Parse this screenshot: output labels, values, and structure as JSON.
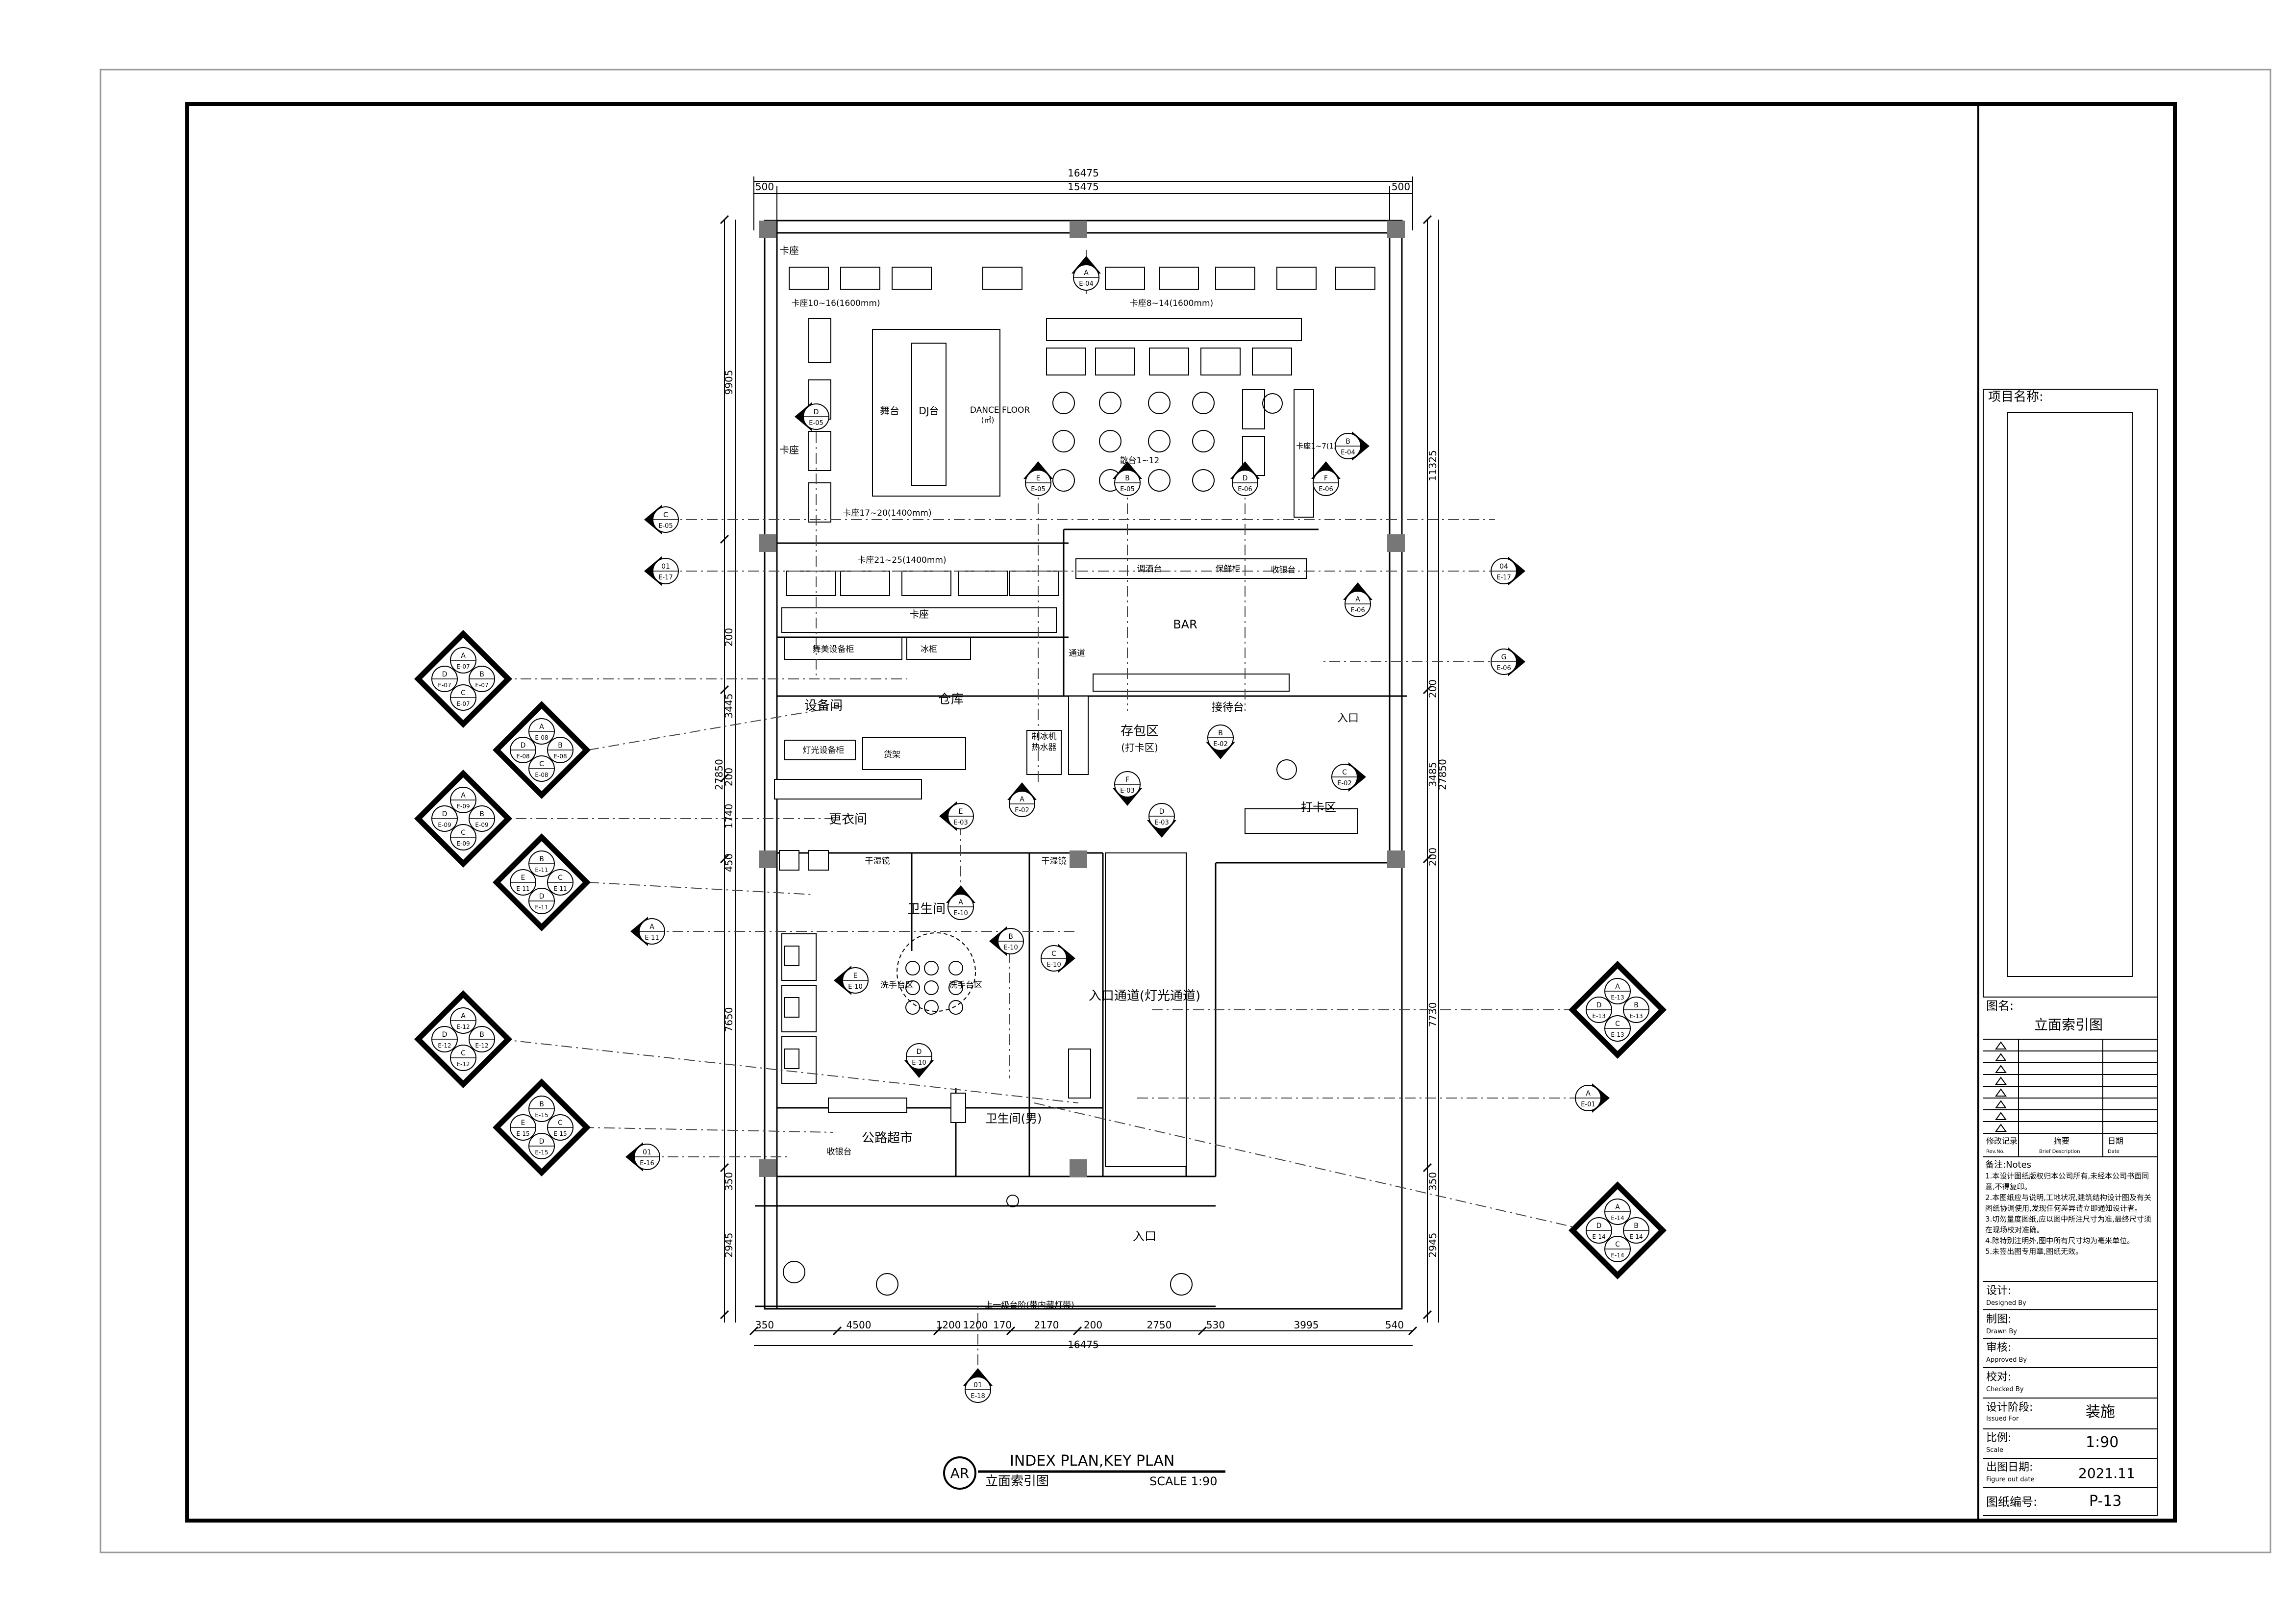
{
  "drawing": {
    "title_en": "INDEX PLAN,KEY PLAN",
    "title_cn": "立面索引图",
    "scale_label": "SCALE 1:90",
    "badge": "AR"
  },
  "dimensions": {
    "top_total": "16475",
    "top_inner": "15475",
    "top_left": "500",
    "top_right": "500",
    "left_segments": [
      "9905",
      "200",
      "3445",
      "200",
      "1740",
      "450",
      "7650",
      "350",
      "2945"
    ],
    "left_total": "27850",
    "right_segments": [
      "11325",
      "200",
      "3485",
      "200",
      "7730",
      "350",
      "2945"
    ],
    "right_total": "27850",
    "bottom_segments": [
      "350",
      "4500",
      "1200",
      "1200",
      "170",
      "2170",
      "200",
      "2750",
      "530",
      "3995",
      "540"
    ],
    "bottom_total": "16475"
  },
  "rooms": {
    "kazuo": "卡座",
    "kazuo_10_16": "卡座10~16(1600mm)",
    "kazuo_8_14": "卡座8~14(1600mm)",
    "dance_floor": "DANCE FLOOR",
    "dance_area": "(㎡)",
    "wutai": "舞台",
    "dj": "DJ台",
    "sanzuo": "散台1~12",
    "kazuo_1_7": "卡座1~7(1200)",
    "kazuo_17_20": "卡座17~20(1400mm)",
    "kazuo_21_25": "卡座21~25(1400mm)",
    "yingjiao": "调酒台",
    "baoxianbei": "保鲜柜",
    "shouyin_bar": "收银台",
    "bar": "BAR",
    "wumei": "舞美设备柜",
    "bingui": "冰柜",
    "tongdao": "通道",
    "shebeijian": "设备间",
    "cangku": "仓库",
    "dengguang": "灯光设备柜",
    "huojia": "货架",
    "zhibing": "制冰机",
    "reshui": "热水器",
    "cunbao": "存包区",
    "dakaqu": "(打卡区)",
    "jiedai": "接待台",
    "rukou": "入口",
    "daka": "打卡区",
    "gengyi": "更衣间",
    "ganshou": "干湿镜",
    "weisheng": "卫生间",
    "weisheng_nan": "卫生间(男)",
    "xishou": "洗手台区",
    "rukou_tongdao": "入口通道(灯光通道)",
    "gonglu": "公路超市",
    "shouyin": "收银台",
    "shangyiji": "上一级台阶(带内藏灯带)",
    "rukou_bottom": "入口"
  },
  "tags": [
    {
      "top": "A",
      "bottom": "E-04"
    },
    {
      "top": "D",
      "bottom": "E-05"
    },
    {
      "top": "B",
      "bottom": "E-04"
    },
    {
      "top": "E",
      "bottom": "E-05"
    },
    {
      "top": "B",
      "bottom": "E-05"
    },
    {
      "top": "D",
      "bottom": "E-06"
    },
    {
      "top": "F",
      "bottom": "E-06"
    },
    {
      "top": "C",
      "bottom": "E-05"
    },
    {
      "top": "01",
      "bottom": "E-17"
    },
    {
      "top": "04",
      "bottom": "E-17"
    },
    {
      "top": "A",
      "bottom": "E-06"
    },
    {
      "top": "G",
      "bottom": "E-06"
    },
    {
      "top": "B",
      "bottom": "E-02"
    },
    {
      "top": "C",
      "bottom": "E-02"
    },
    {
      "top": "F",
      "bottom": "E-03"
    },
    {
      "top": "E",
      "bottom": "E-03"
    },
    {
      "top": "A",
      "bottom": "E-02"
    },
    {
      "top": "D",
      "bottom": "E-03"
    },
    {
      "top": "A",
      "bottom": "E-10"
    },
    {
      "top": "B",
      "bottom": "E-10"
    },
    {
      "top": "C",
      "bottom": "E-10"
    },
    {
      "top": "E",
      "bottom": "E-10"
    },
    {
      "top": "D",
      "bottom": "E-10"
    },
    {
      "top": "A",
      "bottom": "E-11"
    },
    {
      "top": "01",
      "bottom": "E-16"
    },
    {
      "top": "01",
      "bottom": "E-18"
    },
    {
      "top": "A",
      "bottom": "E-01"
    }
  ],
  "clusters": [
    {
      "a": "A",
      "b": "B",
      "c": "C",
      "d": "D",
      "e": "E-07"
    },
    {
      "a": "A",
      "b": "B",
      "c": "C",
      "d": "D",
      "e": "E-08"
    },
    {
      "a": "A",
      "b": "B",
      "c": "C",
      "d": "D",
      "e": "E-09"
    },
    {
      "a": "B",
      "b": "C",
      "c": "D",
      "d": "E",
      "e": "E-11"
    },
    {
      "a": "A",
      "b": "B",
      "c": "C",
      "d": "D",
      "e": "E-12"
    },
    {
      "a": "B",
      "b": "C",
      "c": "D",
      "d": "E",
      "e": "E-15"
    },
    {
      "a": "A",
      "b": "B",
      "c": "C",
      "d": "D",
      "e": "E-13"
    },
    {
      "a": "A",
      "b": "B",
      "c": "C",
      "d": "D",
      "e": "E-14"
    }
  ],
  "title_block": {
    "project_label": "项目名称:",
    "sheet_label": "图名:",
    "sheet_name": "立面索引图",
    "rev_header": [
      "修改记录",
      "摘要",
      "日期"
    ],
    "rev_header_en": [
      "Rev.No.",
      "Brief Description",
      "Date"
    ],
    "notes_title": "备注:Notes",
    "notes": [
      "1.本设计图纸版权归本公司所有,未经本公司书面同意,不得复印。",
      "2.本图纸应与说明,工地状况,建筑结构设计图及有关图纸协调使用,发现任何差异请立即通知设计者。",
      "3.切勿量度图纸,应以图中所注尺寸为准,最终尺寸须在现场校对准确。",
      "4.除特别注明外,图中所有尺寸均为毫米单位。",
      "5.未签出图专用章,图纸无效。"
    ],
    "designed_cn": "设计:",
    "designed_en": "Designed By",
    "drawn_cn": "制图:",
    "drawn_en": "Drawn By",
    "approved_cn": "审核:",
    "approved_en": "Approved By",
    "checked_cn": "校对:",
    "checked_en": "Checked By",
    "stage_cn": "设计阶段:",
    "stage_en": "Issued For",
    "stage_value": "装施",
    "scale_cn": "比例:",
    "scale_en": "Scale",
    "scale_value": "1:90",
    "date_cn": "出图日期:",
    "date_en": "Figure out date",
    "date_value": "2021.11",
    "no_cn": "图纸编号:",
    "no_value": "P-13"
  }
}
